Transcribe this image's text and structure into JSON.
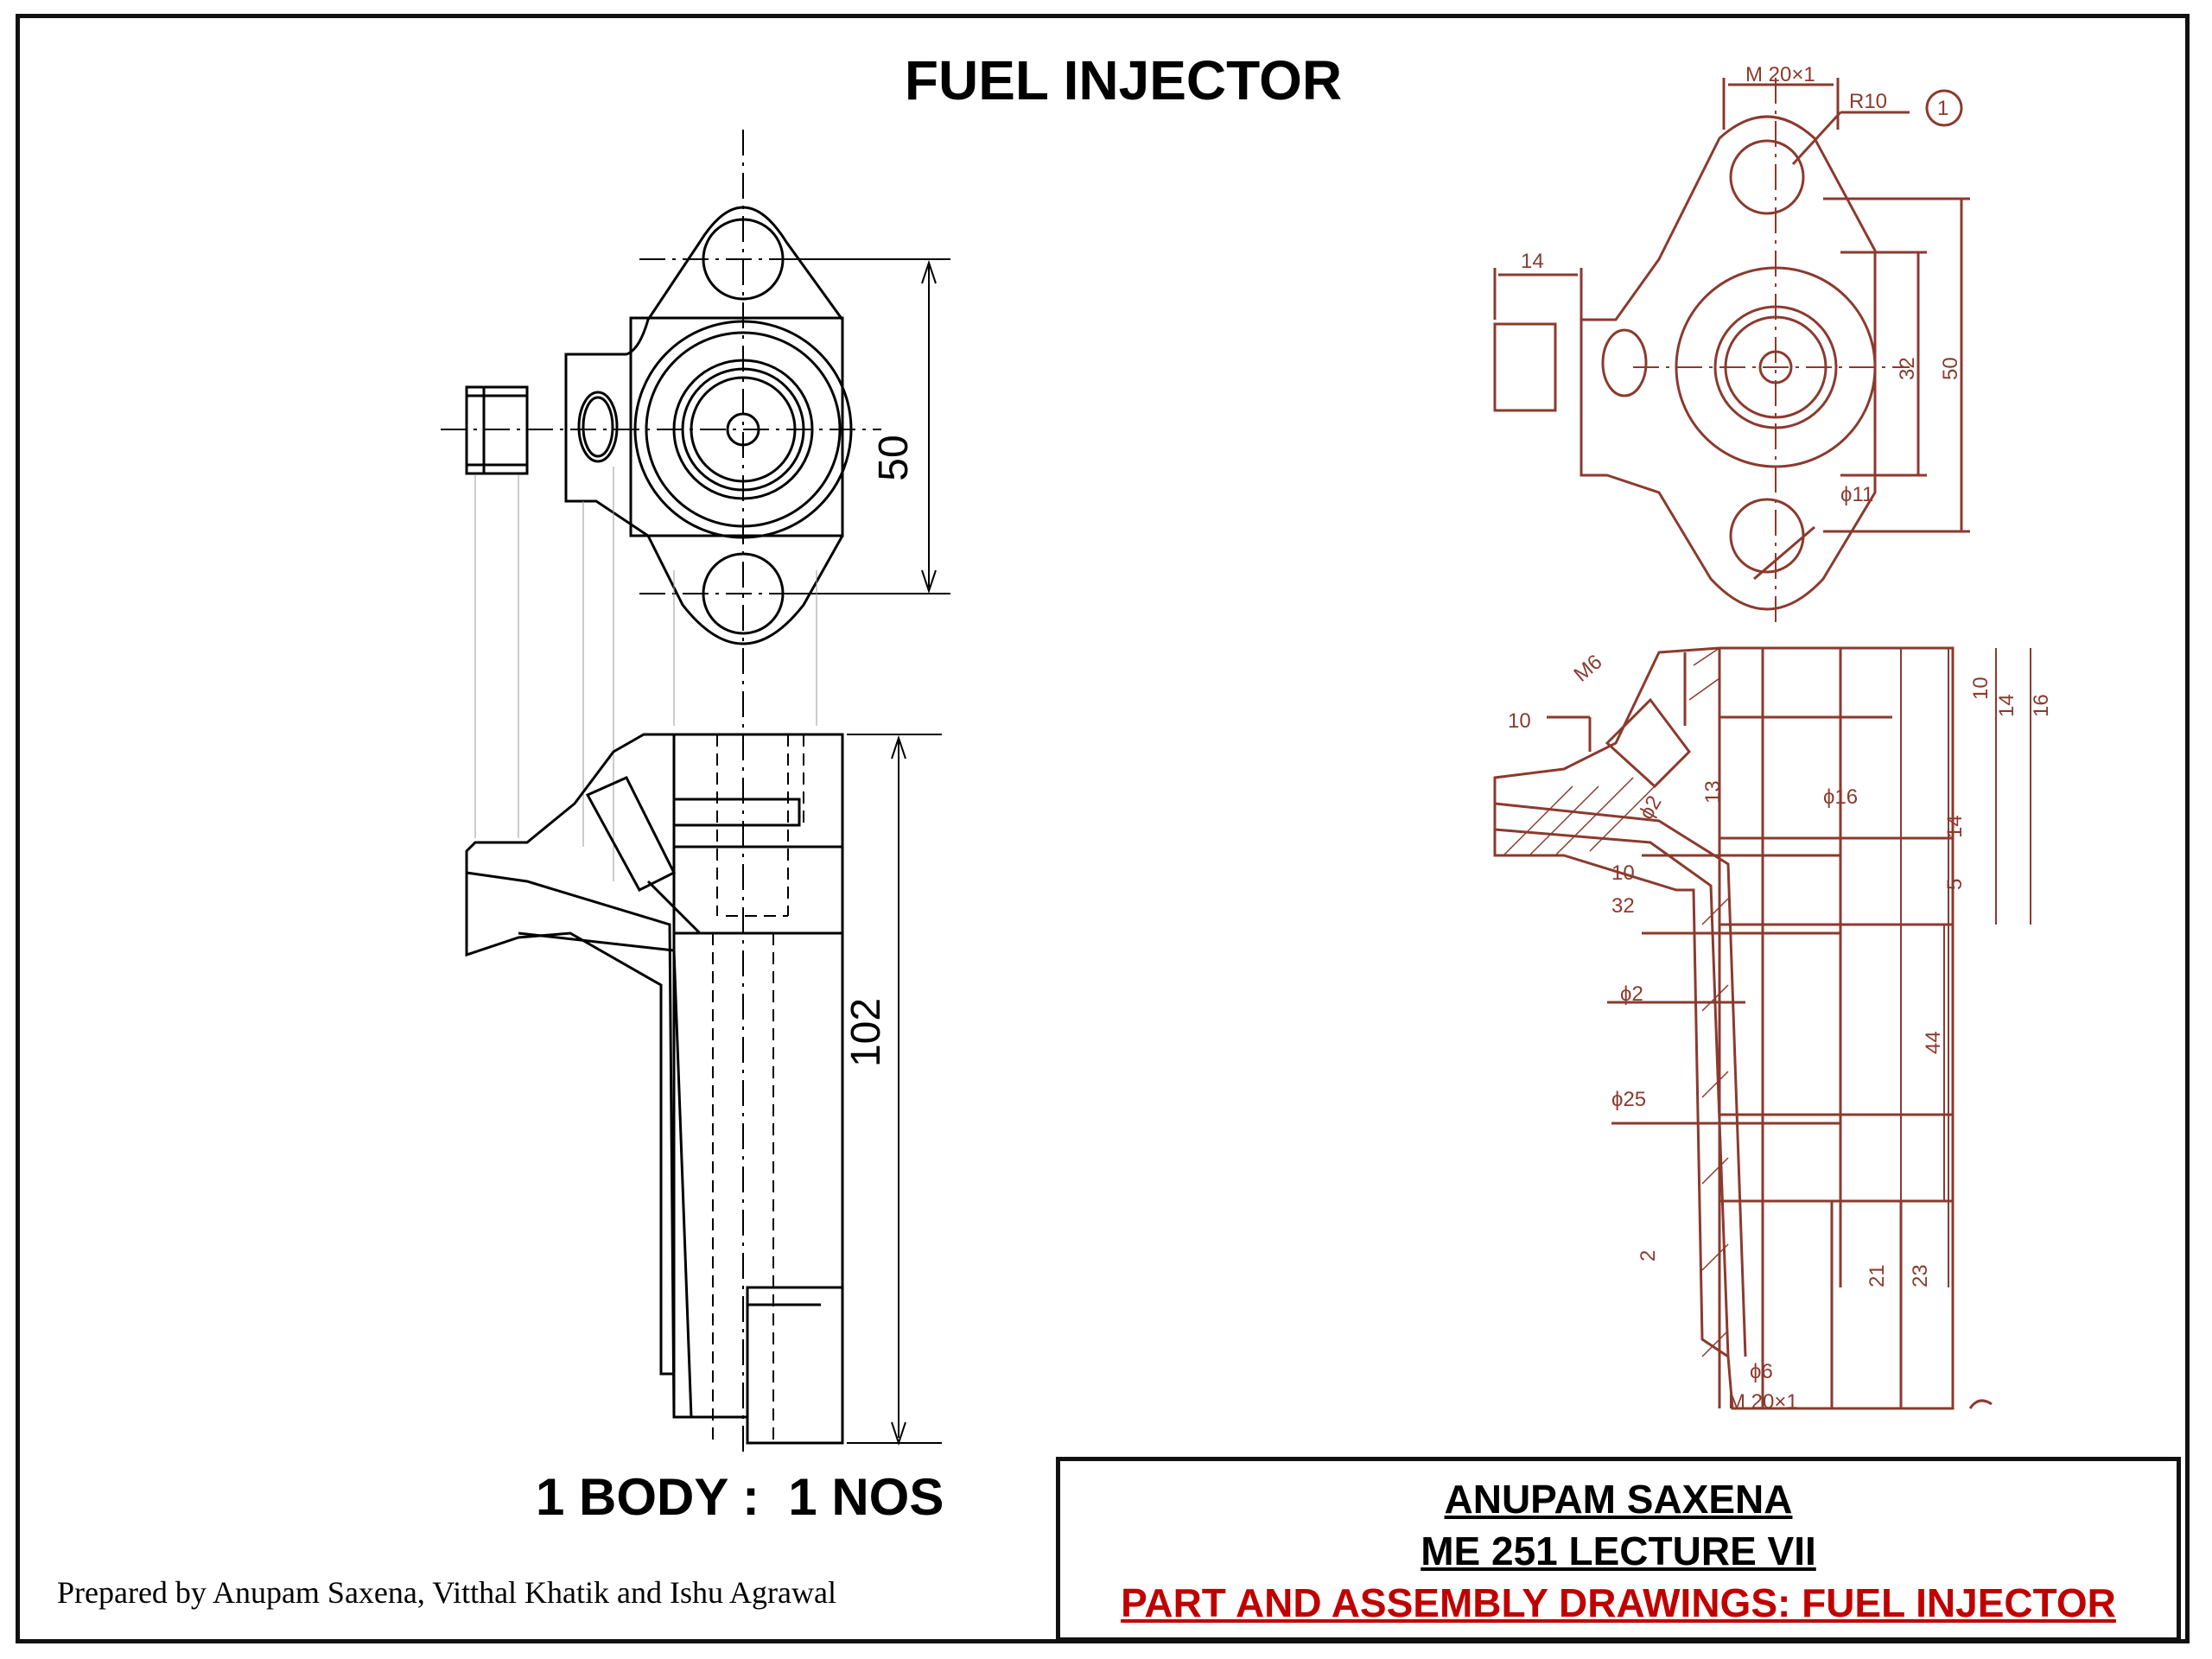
{
  "title": "FUEL INJECTOR",
  "part_label": "1 BODY :  1 NOS",
  "prepared_by": "Prepared by Anupam Saxena, Vitthal Khatik and Ishu Agrawal",
  "info_box": {
    "author": "ANUPAM SAXENA",
    "lecture": "ME 251 LECTURE VII",
    "subject": "PART AND ASSEMBLY DRAWINGS: FUEL INJECTOR"
  },
  "left_drawing": {
    "dim_top_view": "50",
    "dim_front_view": "102"
  },
  "reference_drawing": {
    "part_number": "1",
    "top_view_labels": [
      "M 20×1",
      "R10",
      "14",
      "32",
      "50",
      "ϕ11"
    ],
    "section_labels": [
      "M6",
      "10",
      "10",
      "14",
      "16",
      "13",
      "ϕ2",
      "ϕ16",
      "14",
      "5",
      "10",
      "32",
      "ϕ2",
      "44",
      "ϕ25",
      "2",
      "21",
      "23",
      "ϕ6",
      "M 20×1"
    ]
  },
  "colors": {
    "reference_ink": "#8b3a2e",
    "subject_text": "#c00000",
    "frame": "#111111"
  }
}
